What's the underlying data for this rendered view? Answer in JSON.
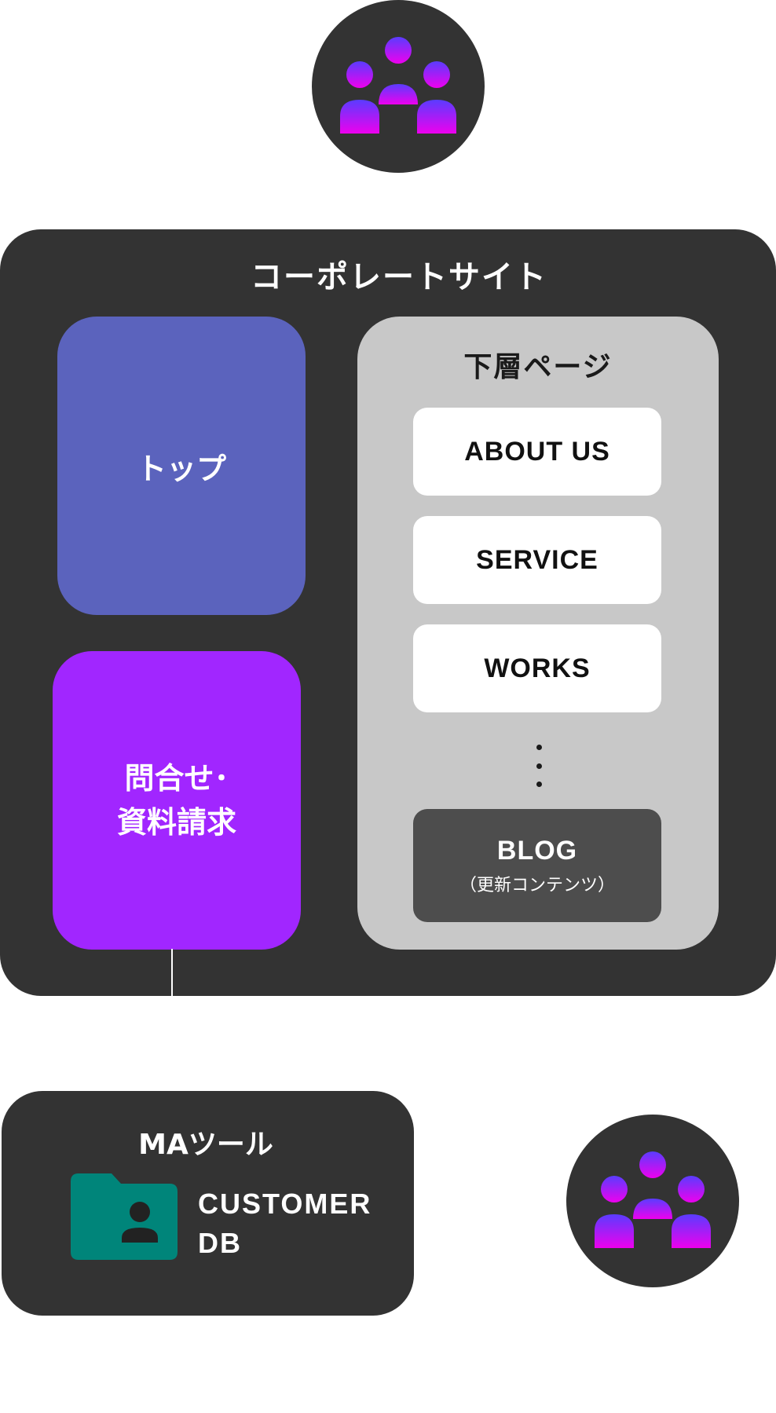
{
  "top_users": {
    "icon": "users-group-icon"
  },
  "corporate_site": {
    "title": "コーポレートサイト",
    "top": {
      "label": "トップ"
    },
    "contact": {
      "line1": "問合せ･",
      "line2": "資料請求"
    },
    "subpages": {
      "title": "下層ページ",
      "items": [
        {
          "label": "ABOUT US"
        },
        {
          "label": "SERVICE"
        },
        {
          "label": "WORKS"
        }
      ],
      "blog": {
        "label": "BLOG",
        "sublabel": "（更新コンテンツ）"
      }
    }
  },
  "ma_tool": {
    "title": "MAツール",
    "db_icon": "folder-user-icon",
    "db_line1": "CUSTOMER",
    "db_line2": "DB"
  },
  "bottom_users": {
    "icon": "users-group-icon"
  },
  "colors": {
    "panel": "#333333",
    "top_box": "#5b63bd",
    "contact_box": "#a126ff",
    "subpanel": "#c8c8c8",
    "blog_box": "#4d4d4d",
    "folder": "#00857a",
    "icon_gradient_top": "#5a3cff",
    "icon_gradient_bottom": "#ee00ee"
  }
}
